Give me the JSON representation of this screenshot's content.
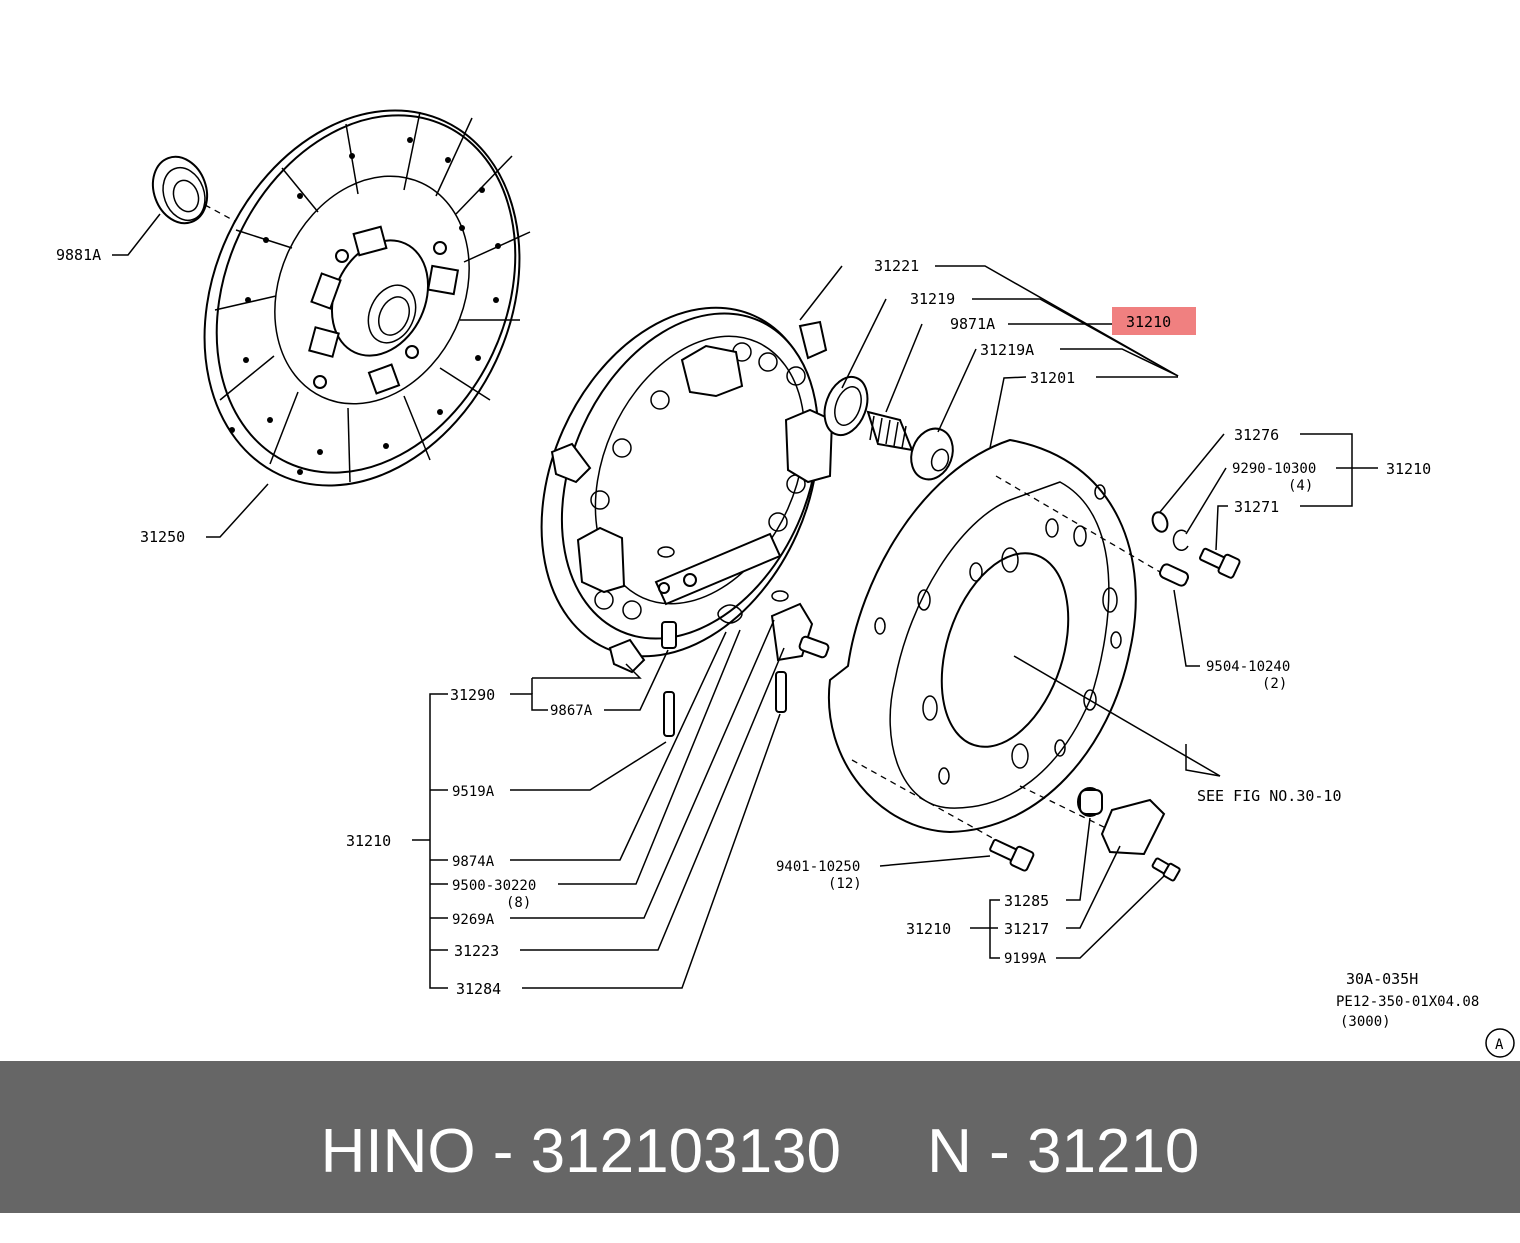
{
  "diagram": {
    "labels": {
      "l9881a": "9881A",
      "l31250": "31250",
      "l31221": "31221",
      "l31219": "31219",
      "l9871a": "9871A",
      "l31210_highlight": "31210",
      "l31219a": "31219A",
      "l31201": "31201",
      "l31276": "31276",
      "l9290": "9290-10300",
      "l9290_qty": "(4)",
      "l31210_right": "31210",
      "l31271": "31271",
      "l9504": "9504-10240",
      "l9504_qty": "(2)",
      "see_fig": "SEE FIG NO.30-10",
      "l31290": "31290",
      "l9867a": "9867A",
      "l9519a": "9519A",
      "l31210_left": "31210",
      "l9874a": "9874A",
      "l9500": "9500-30220",
      "l9500_qty": "(8)",
      "l9269a": "9269A",
      "l31223": "31223",
      "l31284": "31284",
      "l9401": "9401-10250",
      "l9401_qty": "(12)",
      "l31285": "31285",
      "l31210_bottom": "31210",
      "l31217": "31217",
      "l9199a": "9199A",
      "code1": "30A-035H",
      "code2": "PE12-350-01X04.08",
      "code3": "(3000)",
      "circle_a": "A"
    },
    "highlight_color": "#f08080"
  },
  "footer": {
    "text": "HINO - 312103130     N - 31210",
    "background": "#666666",
    "color": "#ffffff"
  }
}
